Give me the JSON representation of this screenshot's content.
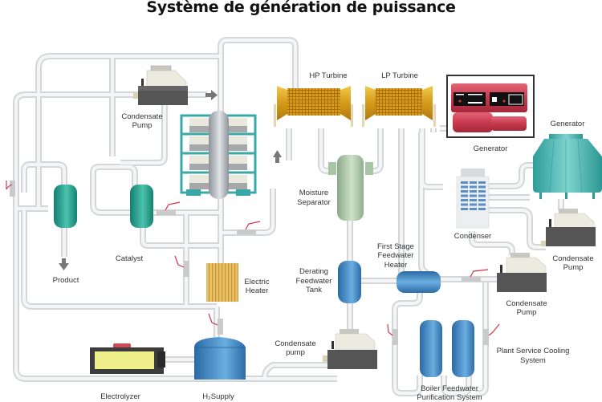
{
  "title": "Système de génération de puissance",
  "labels": {
    "condensate_pump_top_l1": "Condensate",
    "condensate_pump_top_l2": "Pump",
    "hp_turbine": "HP Turbine",
    "lp_turbine": "LP Turbine",
    "generator_main": "Generator",
    "generator_tower": "Generator",
    "moisture_separator_l1": "Moisture",
    "moisture_separator_l2": "Separator",
    "condenser": "Condenser",
    "condensate_pump_right_l1": "Condensate",
    "condensate_pump_right_l2": "Pump",
    "first_stage_l1": "First Stage",
    "first_stage_l2": "Feedwater",
    "first_stage_l3": "Heater",
    "derating_l1": "Derating",
    "derating_l2": "Feedwater",
    "derating_l3": "Tank",
    "condensate_pump_mid_l1": "Condensate",
    "condensate_pump_mid_l2": "Pump",
    "condensate_pump_bottom_l1": "Condensate",
    "condensate_pump_bottom_l2": "pump",
    "plant_service_l1": "Plant Service Cooling",
    "plant_service_l2": "System",
    "boiler_l1": "Boiler Feedwater",
    "boiler_l2": "Purification System",
    "catalyst": "Catalyst",
    "product": "Product",
    "electric_heater_l1": "Electric",
    "electric_heater_l2": "Heater",
    "electrolyzer": "Electrolyzer",
    "h2_supply": "H₂Supply"
  },
  "colors": {
    "pipe": "#d4d6d8",
    "teal_tank": "#1f9e8a",
    "blue_tank": "#3f86c4",
    "turbine_gold": "#d9a521",
    "generator_red": "#d2475a",
    "cooling_tower": "#3fb3b0",
    "valve_handle": "#d0334a"
  }
}
